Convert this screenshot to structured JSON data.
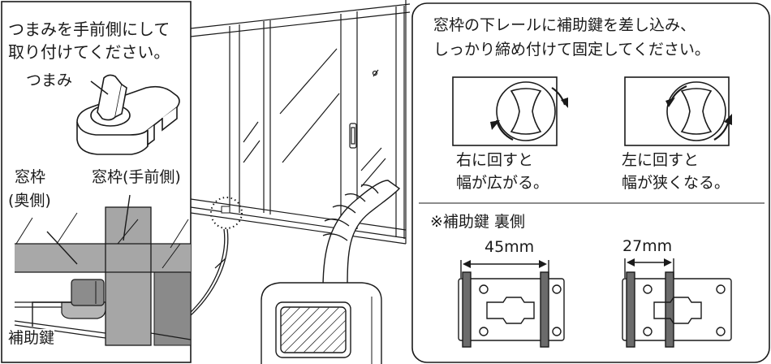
{
  "left_panel": {
    "instruction_line1": "つまみを手前側にして",
    "instruction_line2": "取り付けてください。",
    "knob_label": "つまみ",
    "frame_back_line1": "窓枠",
    "frame_back_line2": "(奥側)",
    "frame_front_label": "窓枠(手前側)",
    "lock_label": "補助鍵"
  },
  "right_panel": {
    "instruction_line1": "窓枠の下レールに補助鍵を差し込み、",
    "instruction_line2": "しっかり締め付けて固定してください。",
    "dial_right": {
      "line1": "右に回すと",
      "line2": "幅が広がる。"
    },
    "dial_left": {
      "line1": "左に回すと",
      "line2": "幅が狭くなる。"
    },
    "back_heading": "※補助鍵 裏側",
    "dim_wide": "45mm",
    "dim_narrow": "27mm"
  },
  "colors": {
    "line": "#1a1a1a",
    "gray": "#a6a6a6",
    "dark_gray": "#6b6b6b"
  }
}
